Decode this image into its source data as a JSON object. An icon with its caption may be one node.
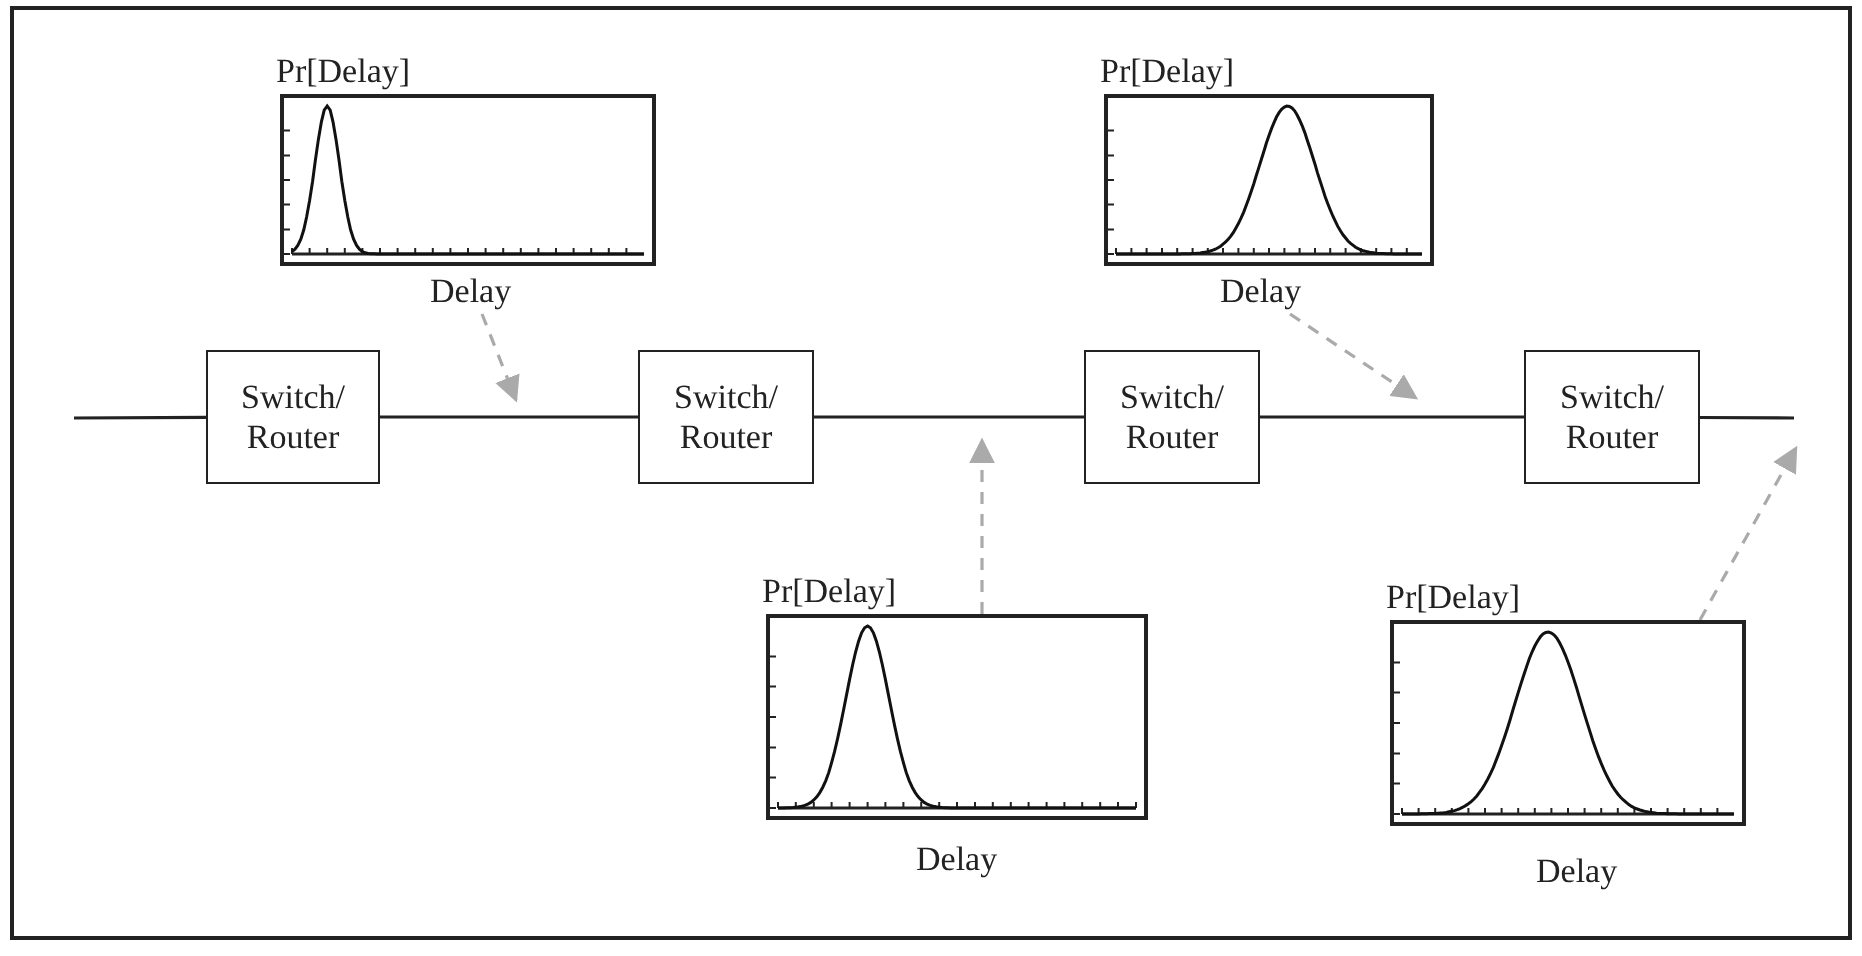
{
  "diagram": {
    "nodes": [
      {
        "text": [
          "Pr[Delay]",
          "Delay"
        ]
      },
      {
        "text": [
          "Pr[Delay]",
          "Delay"
        ]
      },
      {
        "text": [
          "Switch/ Router"
        ]
      },
      {
        "text": [
          "Switch/ Router"
        ]
      },
      {
        "text": [
          "Switch/ Router"
        ]
      },
      {
        "text": [
          "Switch/ Router"
        ]
      },
      {
        "text": [
          "Pr[Delay]",
          "Delay"
        ]
      },
      {
        "text": [
          "Pr[Delay]",
          "Delay"
        ]
      }
    ],
    "edges": [
      {
        "from": null,
        "to": 2,
        "arrow": "none"
      },
      {
        "from": 2,
        "to": 3,
        "arrow": "none"
      },
      {
        "from": 3,
        "to": 4,
        "arrow": "none"
      },
      {
        "from": 4,
        "to": 5,
        "arrow": "none"
      },
      {
        "from": 5,
        "to": null,
        "arrow": "none"
      },
      {
        "from": 0,
        "to": null,
        "arrow": "to",
        "style": "dashed",
        "color": "#aaaaaa"
      },
      {
        "from": 1,
        "to": null,
        "arrow": "to",
        "style": "dashed",
        "color": "#aaaaaa"
      },
      {
        "from": 6,
        "to": null,
        "arrow": "to",
        "style": "dashed",
        "color": "#aaaaaa"
      },
      {
        "from": 7,
        "to": null,
        "arrow": "to",
        "style": "dashed",
        "color": "#aaaaaa"
      }
    ]
  }
}
